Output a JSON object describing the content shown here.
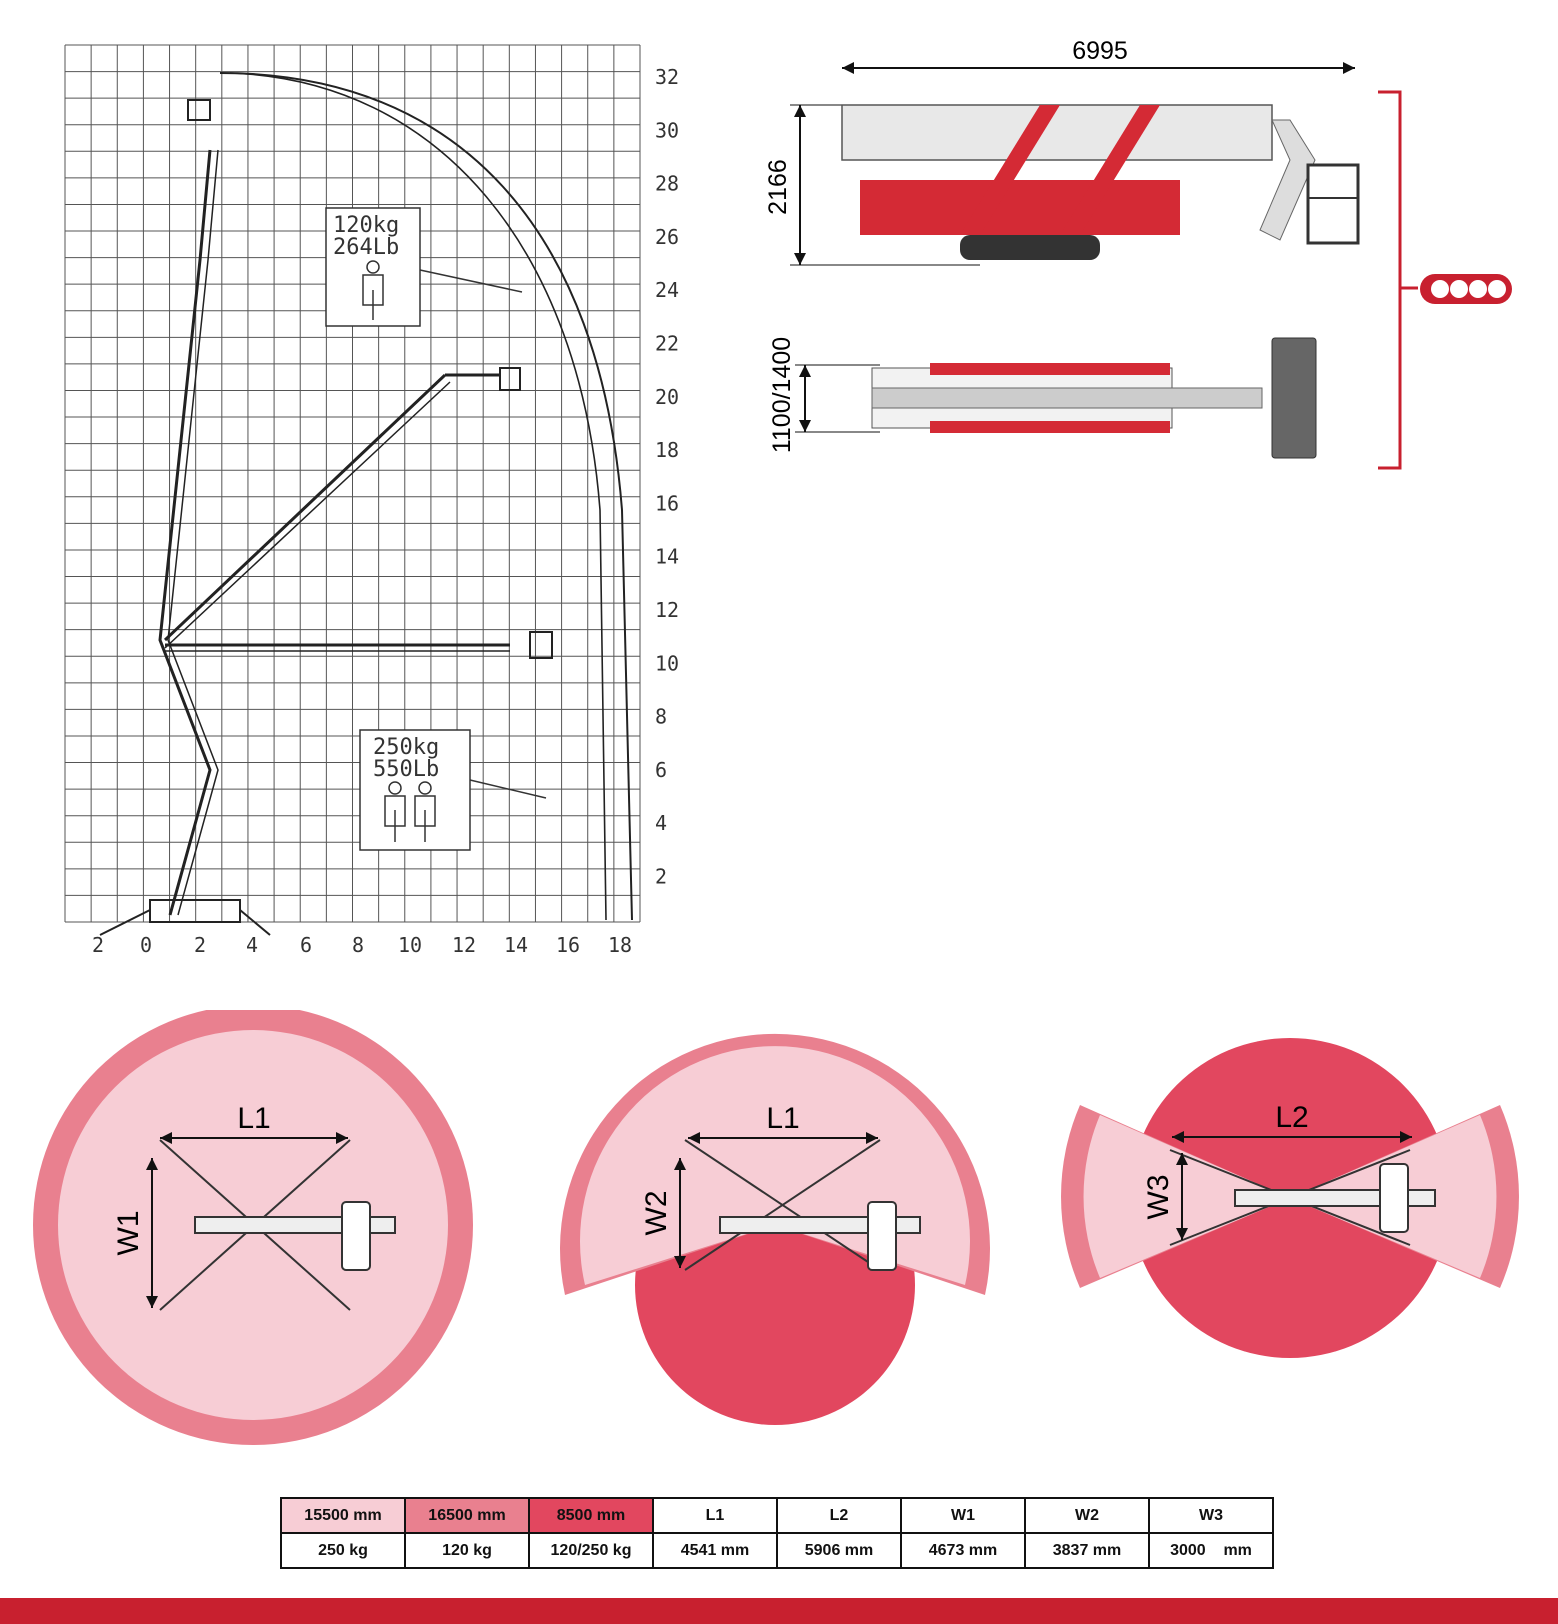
{
  "colors": {
    "light_pink": "#f7cdd5",
    "mid_pink": "#e9808f",
    "dark_pink": "#e2475f",
    "red": "#c8202f",
    "machine_red": "#d42a35",
    "grid": "#555555"
  },
  "reach_diagram": {
    "y_ticks": [
      "32",
      "30",
      "28",
      "26",
      "24",
      "22",
      "20",
      "18",
      "16",
      "14",
      "12",
      "10",
      "8",
      "6",
      "4",
      "2"
    ],
    "x_ticks": [
      "2",
      "0",
      "2",
      "4",
      "6",
      "8",
      "10",
      "12",
      "14",
      "16",
      "18"
    ],
    "load_boxes": [
      {
        "kg": "120kg",
        "lb": "264Lb",
        "persons": 1
      },
      {
        "kg": "250kg",
        "lb": "550Lb",
        "persons": 2
      }
    ]
  },
  "dimensions": {
    "length": "6995",
    "height": "2166",
    "width": "1100/1400",
    "track_icon": "crawler-track-icon"
  },
  "plans": [
    {
      "length_label": "L1",
      "width_label": "W1"
    },
    {
      "length_label": "L1",
      "width_label": "W2"
    },
    {
      "length_label": "L2",
      "width_label": "W3"
    }
  ],
  "spec_table": {
    "headers": [
      "15500 mm",
      "16500 mm",
      "8500 mm",
      "L1",
      "L2",
      "W1",
      "W2",
      "W3"
    ],
    "values": [
      "250 kg",
      "120 kg",
      "120/250 kg",
      "4541 mm",
      "5906 mm",
      "4673 mm",
      "3837 mm",
      "3000    mm"
    ]
  }
}
